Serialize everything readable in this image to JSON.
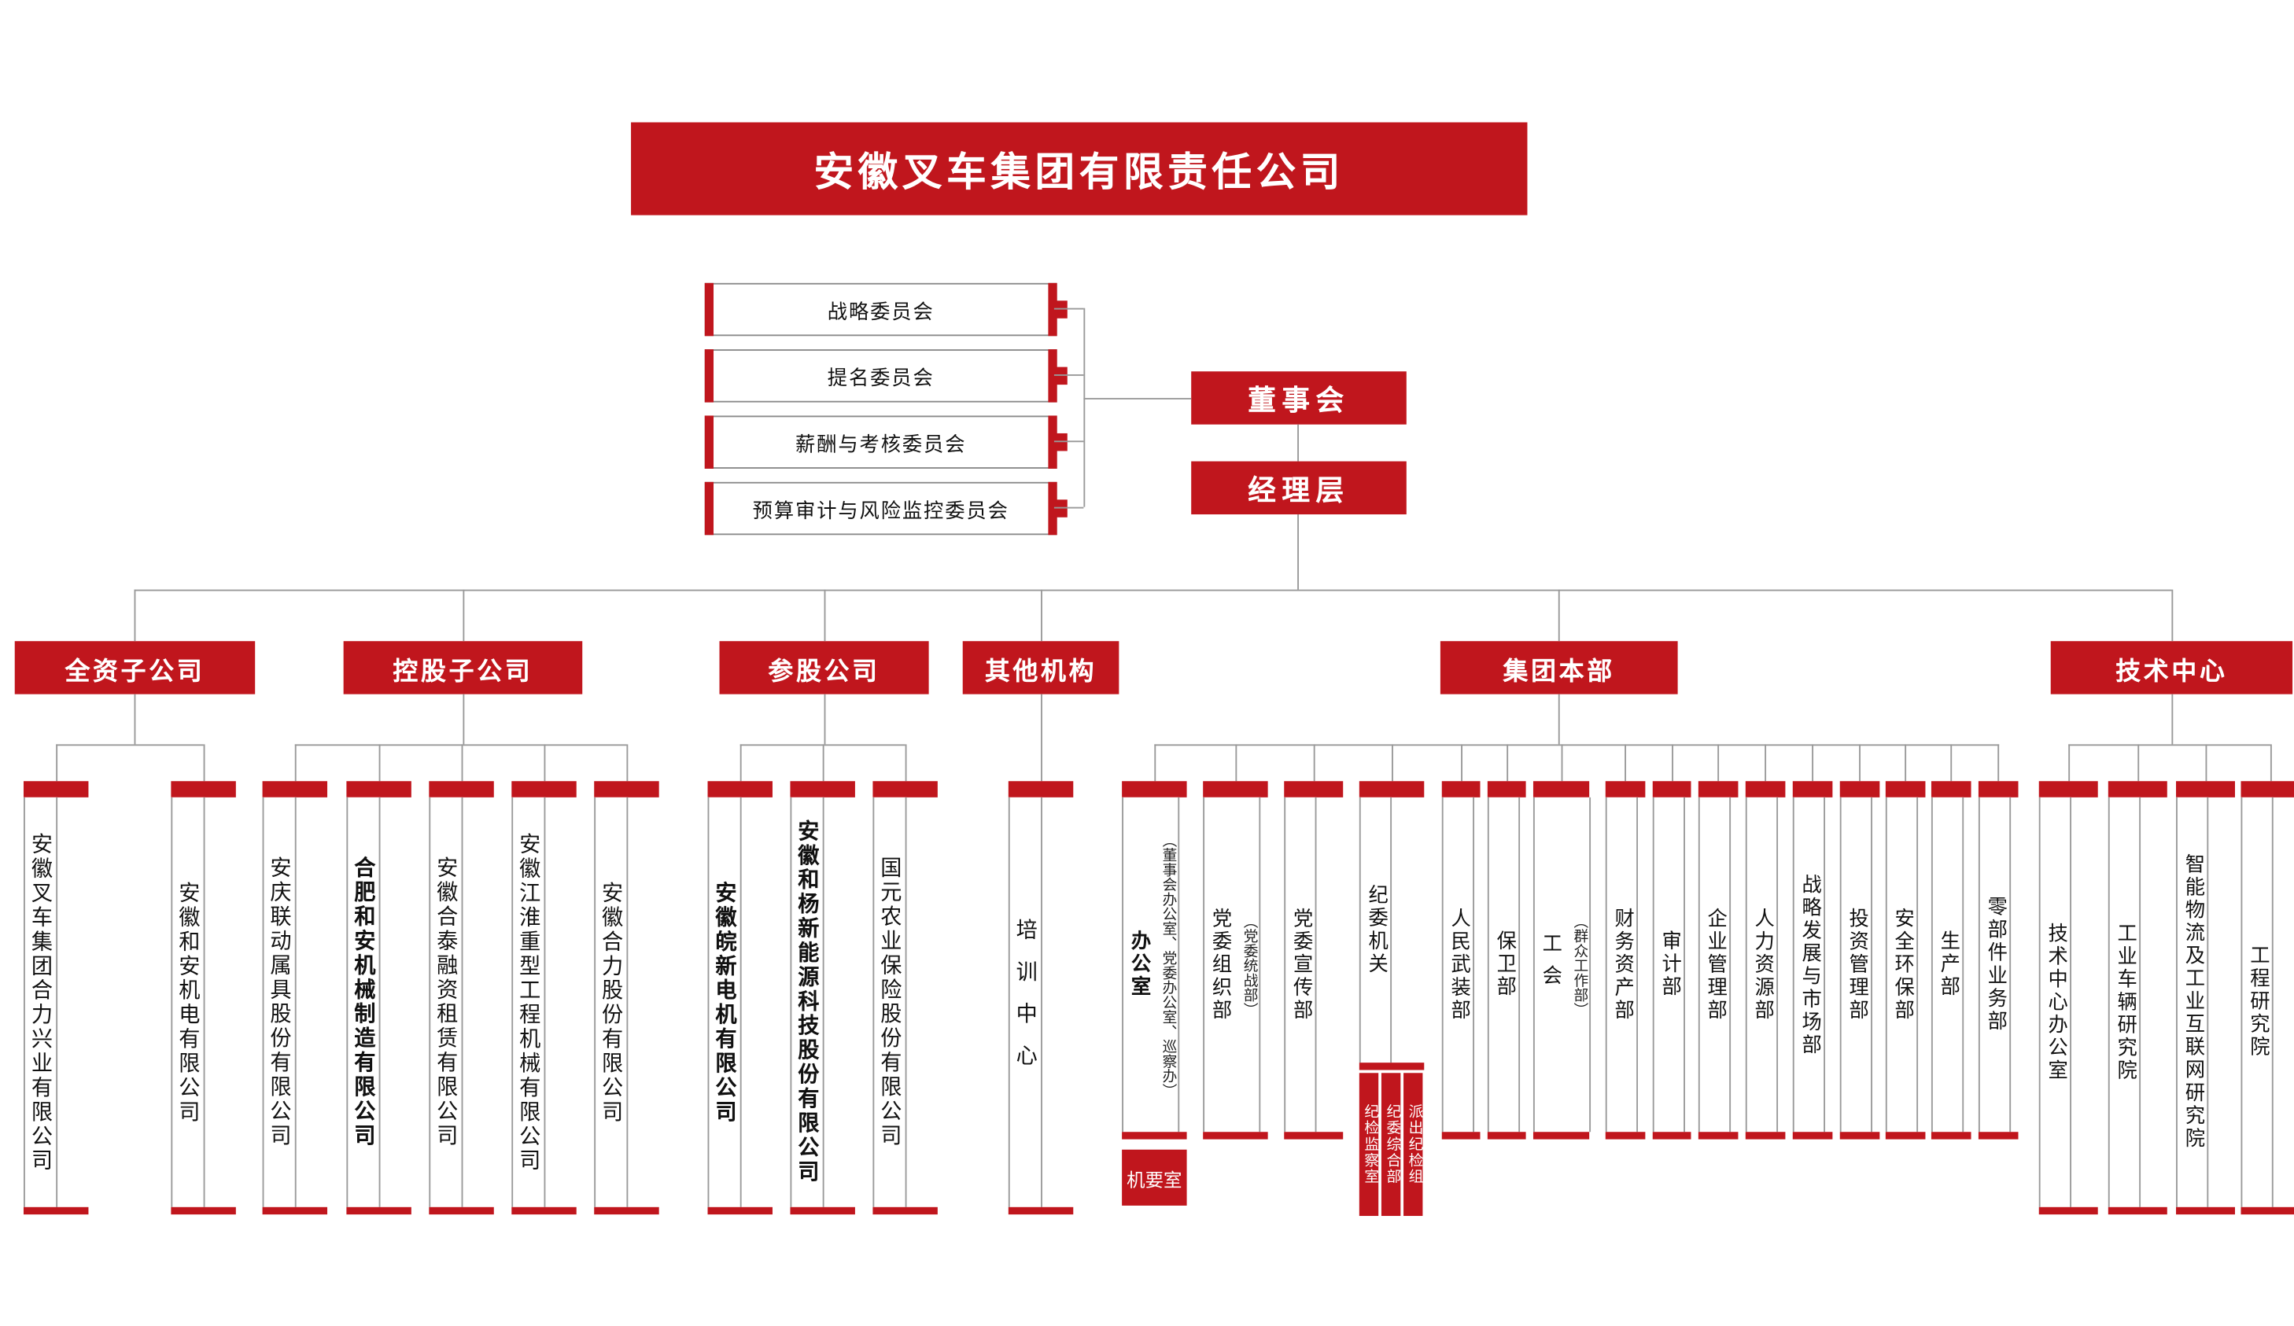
{
  "title": "安徽叉车集团有限责任公司",
  "colors": {
    "accent_red": "#c0161d",
    "line_gray": "#999999"
  },
  "committees": [
    {
      "label": "战略委员会"
    },
    {
      "label": "提名委员会"
    },
    {
      "label": "薪酬与考核委员会"
    },
    {
      "label": "预算审计与风险监控委员会"
    }
  ],
  "board": {
    "label": "董事会"
  },
  "management": {
    "label": "经理层"
  },
  "groups": [
    {
      "label": "全资子公司",
      "children": [
        {
          "name": "安徽叉车集团合力兴业有限公司"
        },
        {
          "name": "安徽和安机电有限公司"
        }
      ]
    },
    {
      "label": "控股子公司",
      "children": [
        {
          "name": "安庆联动属具股份有限公司"
        },
        {
          "name": "合肥和安机械制造有限公司"
        },
        {
          "name": "安徽合泰融资租赁有限公司"
        },
        {
          "name": "安徽江淮重型工程机械有限公司"
        },
        {
          "name": "安徽合力股份有限公司"
        }
      ]
    },
    {
      "label": "参股公司",
      "children": [
        {
          "name": "安徽皖新电机有限公司"
        },
        {
          "name": "安徽和杨新能源科技股份有限公司"
        },
        {
          "name": "国元农业保险股份有限公司"
        }
      ]
    },
    {
      "label": "其他机构",
      "children": [
        {
          "name": "培训中心"
        }
      ]
    },
    {
      "label": "集团本部",
      "children": [
        {
          "name": "办公室",
          "note": "（董事会办公室、党委办公室、巡察办）",
          "sub": "机要室"
        },
        {
          "name": "党委组织部",
          "note": "（党委统战部）"
        },
        {
          "name": "党委宣传部"
        },
        {
          "name": "纪委机关",
          "subs": [
            "纪检监察室",
            "纪委综合部",
            "派出纪检组"
          ]
        },
        {
          "name": "人民武装部"
        },
        {
          "name": "保卫部"
        },
        {
          "name": "工会",
          "note": "（群众工作部）"
        },
        {
          "name": "财务资产部"
        },
        {
          "name": "审计部"
        },
        {
          "name": "企业管理部"
        },
        {
          "name": "人力资源部"
        },
        {
          "name": "战略发展与市场部"
        },
        {
          "name": "投资管理部"
        },
        {
          "name": "安全环保部"
        },
        {
          "name": "生产部"
        },
        {
          "name": "零部件业务部"
        }
      ]
    },
    {
      "label": "技术中心",
      "children": [
        {
          "name": "技术中心办公室"
        },
        {
          "name": "工业车辆研究院"
        },
        {
          "name": "智能物流及工业互联网研究院"
        },
        {
          "name": "工程研究院"
        }
      ]
    }
  ]
}
